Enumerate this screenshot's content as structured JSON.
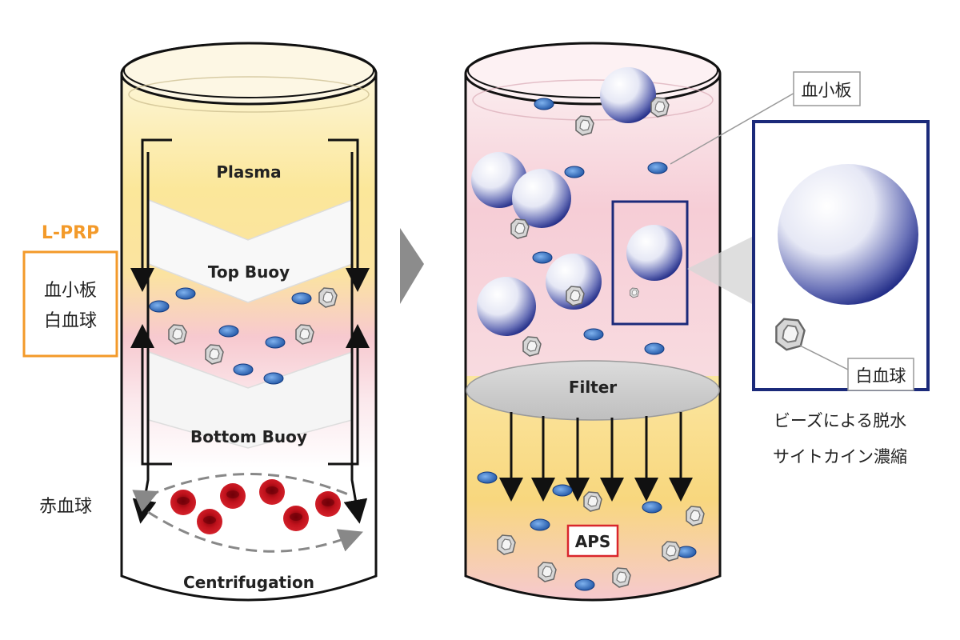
{
  "left_panel": {
    "lprp_title": "L-PRP",
    "lprp_line1": "血小板",
    "lprp_line2": "白血球",
    "rbc_label": "赤血球",
    "plasma_label": "Plasma",
    "top_buoy_label": "Top Buoy",
    "bottom_buoy_label": "Bottom Buoy",
    "centrifugation_label": "Centrifugation"
  },
  "right_panel": {
    "filter_label": "Filter",
    "aps_label": "APS",
    "platelet_callout": "血小板",
    "wbc_callout": "白血球",
    "caption_line1": "ビーズによる脱水",
    "caption_line2": "サイトカイン濃縮"
  },
  "colors": {
    "lprp_orange": "#f39a2a",
    "frame_navy": "#1b2a7a",
    "aps_red": "#d9262c",
    "platelet_blue": "#1f5fb0",
    "rbc_red": "#b8101a"
  }
}
